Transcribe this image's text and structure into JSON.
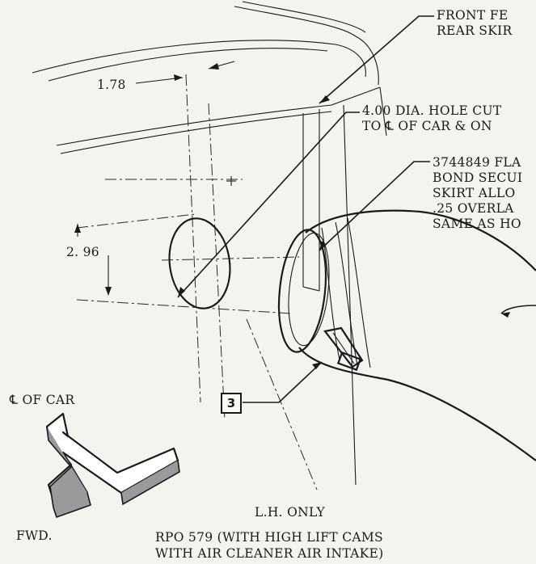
{
  "callouts": {
    "front_fender": [
      "FRONT FE",
      "REAR SKIR"
    ],
    "hole": [
      "4.00 DIA. HOLE CUT",
      "TO ℄ OF CAR & ON"
    ],
    "flange": [
      "3744849 FLA",
      "BOND SECUI",
      "SKIRT ALLO",
      ".25 OVERLA",
      "SAME AS HO"
    ],
    "item_number": "3"
  },
  "dimensions": {
    "horizontal": "1.78",
    "vertical": "2. 96"
  },
  "direction": {
    "centerline_label": "℄ OF CAR",
    "forward_label": "FWD."
  },
  "caption": {
    "side": "L.H. ONLY",
    "line1": "RPO 579 (WITH HIGH LIFT CAMS",
    "line2": "WITH AIR CLEANER AIR INTAKE)"
  }
}
